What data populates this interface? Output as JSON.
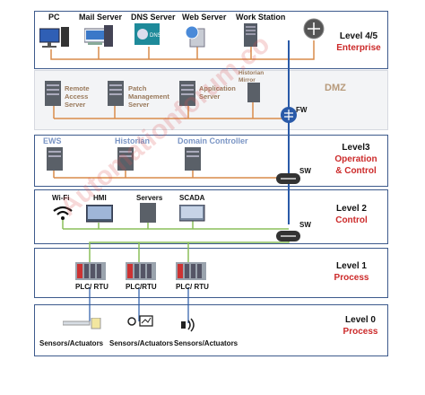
{
  "levels": {
    "enterprise": {
      "t1": "Level 4/5",
      "t2": "Enterprise"
    },
    "dmz": {
      "title": "DMZ"
    },
    "operation": {
      "t1": "Level3",
      "t2a": "Operation",
      "t2b": "& Control"
    },
    "control": {
      "t1": "Level 2",
      "t2": "Control"
    },
    "process1": {
      "t1": "Level 1",
      "t2": "Process"
    },
    "process0": {
      "t1": "Level 0",
      "t2": "Process"
    }
  },
  "enterprise_items": [
    "PC",
    "Mail Server",
    "DNS Server",
    "Web Server",
    "Work Station"
  ],
  "dns_badge": "DNS",
  "dmz_items": [
    "Remote Access Server",
    "Patch Management Server",
    "Application Server",
    "Historian Mirror"
  ],
  "fw_label": "FW",
  "l3_items": [
    "EWS",
    "Historian",
    "Domain Controller"
  ],
  "sw_label": "SW",
  "l2_items": [
    "Wi-Fi",
    "HMI",
    "Servers",
    "SCADA"
  ],
  "l1_items": [
    "PLC/ RTU",
    "PLC/RTU",
    "PLC/ RTU"
  ],
  "l0_items": [
    "Sensors/Actuators",
    "Sensors/Actuators",
    "Sensors/Actuators"
  ],
  "watermark": "Automationforum.co",
  "colors": {
    "band_border": "#3d5a8c",
    "red_text": "#cc2a2a",
    "wire_orange": "#d98b4a",
    "wire_green": "#8bbf5a",
    "wire_blue": "#2a5aa8"
  }
}
